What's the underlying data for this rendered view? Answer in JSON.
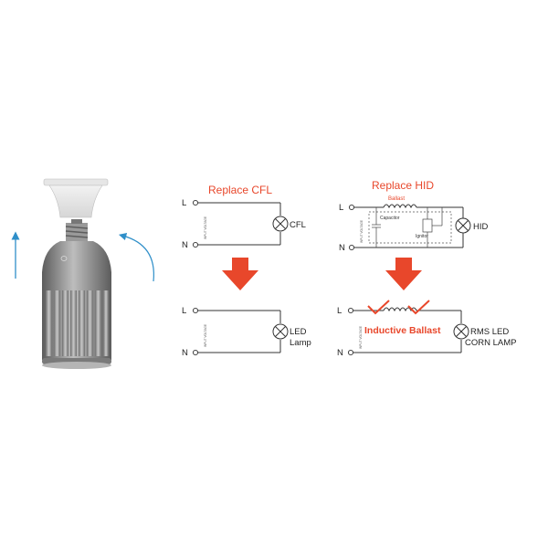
{
  "colors": {
    "accent_red": "#e8472b",
    "arrow_blue": "#2f8fc9",
    "wire": "#333333",
    "lamp_body": "#8a8a8a"
  },
  "icons": [
    "led-corn-lamp",
    "lamp-socket",
    "rotation-arrow",
    "up-arrow",
    "down-arrow",
    "lamp-symbol",
    "inductor-coil",
    "check-mark"
  ],
  "cfl": {
    "title": "Replace CFL",
    "before": {
      "L": "L",
      "N": "N",
      "input": "INPUT VOLTAGE",
      "lamp": "CFL"
    },
    "after": {
      "L": "L",
      "N": "N",
      "input": "INPUT VOLTAGE",
      "lamp_line1": "LED",
      "lamp_line2": "Lamp"
    }
  },
  "hid": {
    "title": "Replace HID",
    "before": {
      "L": "L",
      "N": "N",
      "input": "INPUT VOLTAGE",
      "ballast": "Ballast",
      "capacitor": "Capacitor",
      "ignitor": "Ignitor",
      "lamp": "HID"
    },
    "after": {
      "L": "L",
      "N": "N",
      "input": "INPUT VOLTAGE",
      "ballast": "Inductive Ballast",
      "lamp_line1": "RMS LED",
      "lamp_line2": "CORN LAMP"
    }
  }
}
